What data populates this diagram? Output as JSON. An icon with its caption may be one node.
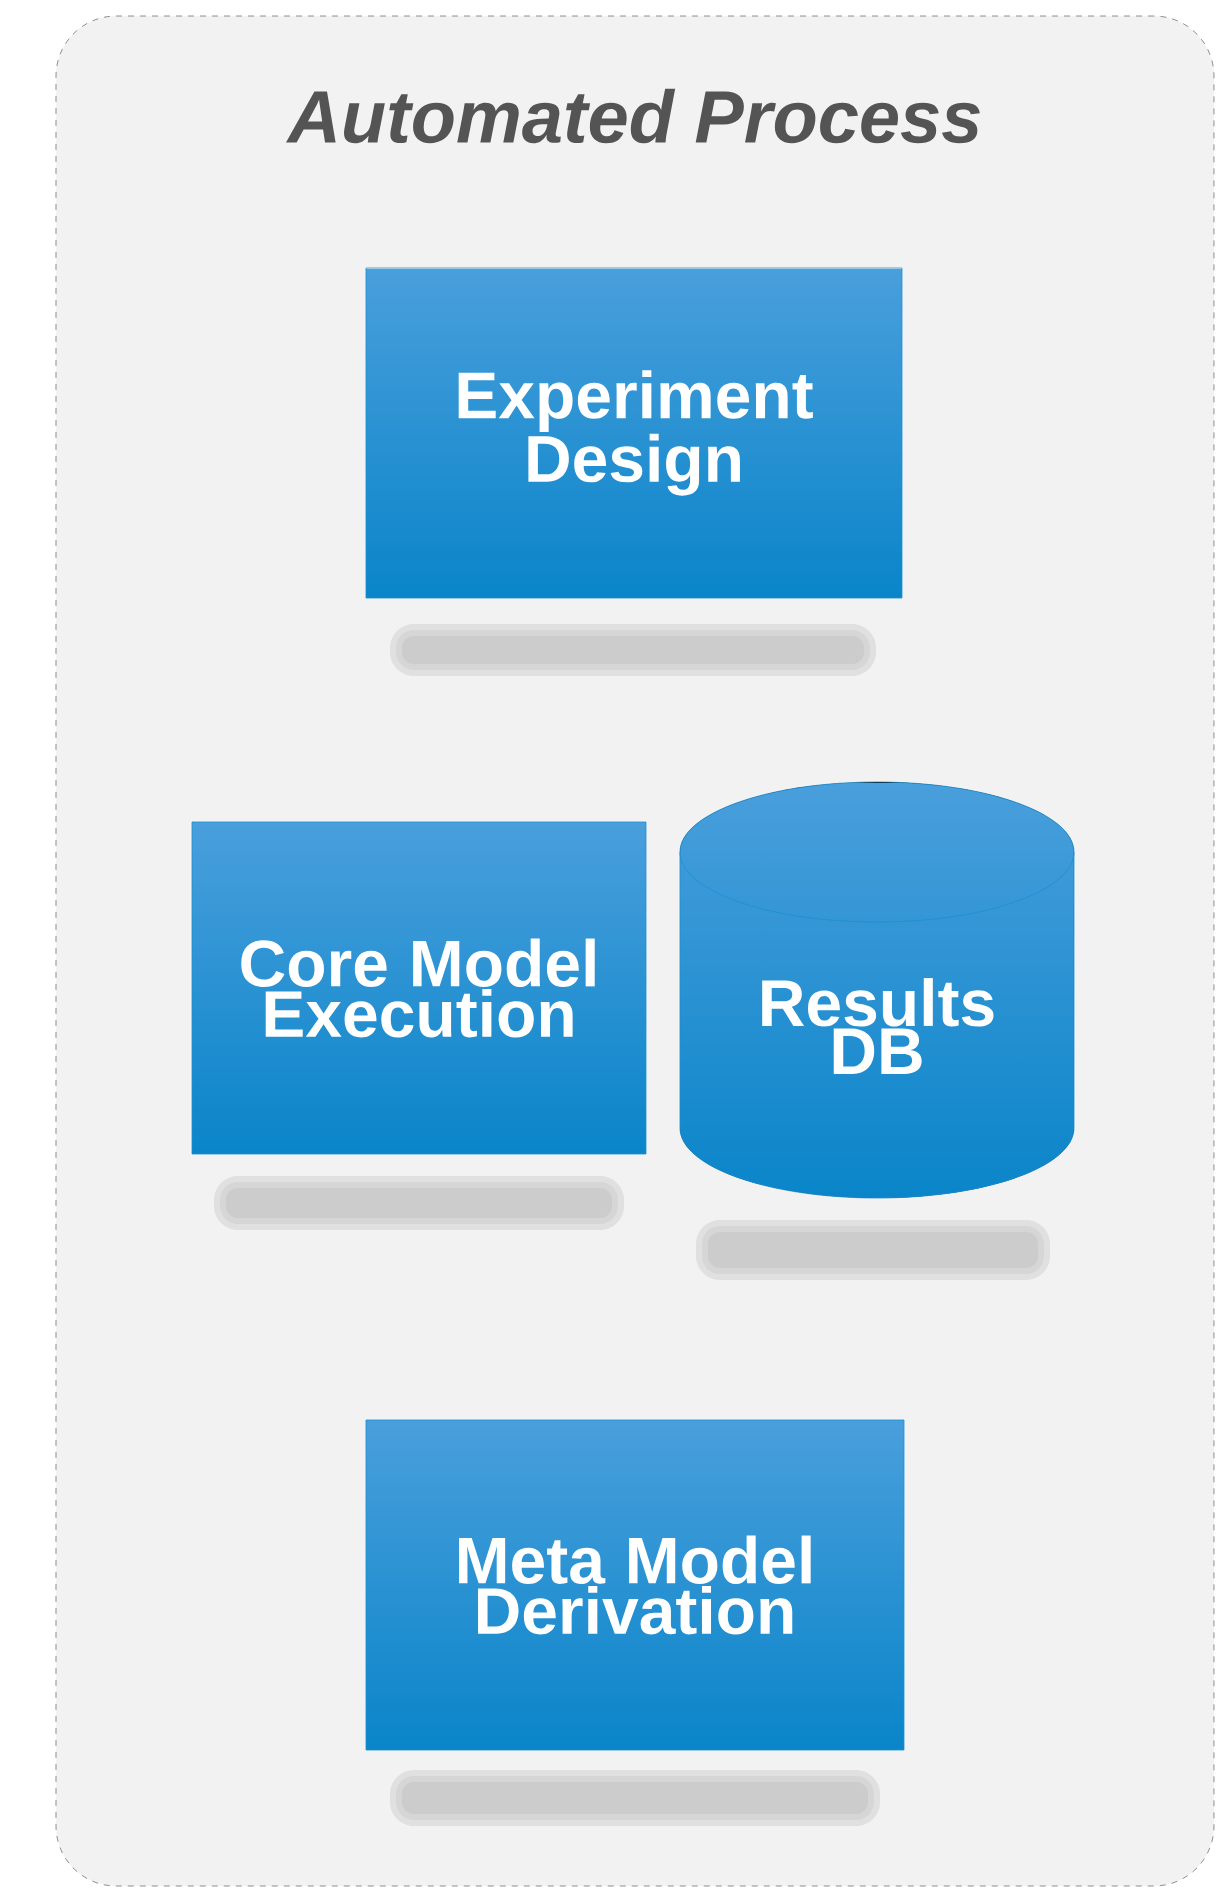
{
  "diagram": {
    "nodes": [
      {
        "text": [
          "Automated Process"
        ]
      },
      {
        "text": [
          "Experiment Design"
        ],
        "in": 0
      },
      {
        "text": [
          "Core Model Execution"
        ],
        "in": 0
      },
      {
        "text": [
          "Results DB"
        ],
        "in": 0
      },
      {
        "text": [
          "Meta Model Derivation"
        ],
        "in": 0
      }
    ]
  }
}
